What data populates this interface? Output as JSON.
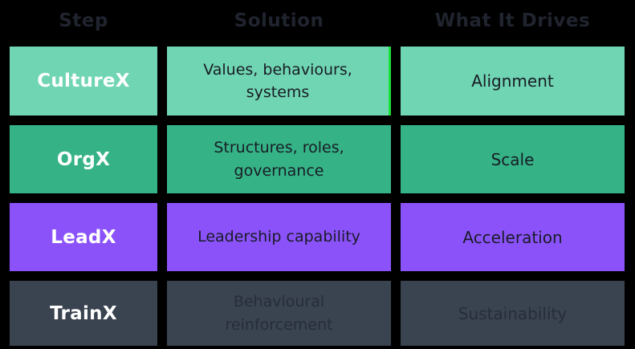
{
  "colors": {
    "background": "#000000",
    "header-text": "#20242E",
    "teal": "#70D5B2",
    "green": "#35B387",
    "purple": "#8B52FA",
    "slate": "#3A4350",
    "step-text": "#FFFFFF",
    "cell-text": "#181C25",
    "slate-cell-text": "#272D3A",
    "accent-green": "#1BE23B"
  },
  "table": {
    "headers": [
      "Step",
      "Solution",
      "What It Drives"
    ],
    "rows": [
      {
        "step": "CultureX",
        "solution": "Values, behaviours, systems",
        "drives": "Alignment"
      },
      {
        "step": "OrgX",
        "solution": "Structures, roles, governance",
        "drives": "Scale"
      },
      {
        "step": "LeadX",
        "solution": "Leadership capability",
        "drives": "Acceleration"
      },
      {
        "step": "TrainX",
        "solution": "Behavioural reinforcement",
        "drives": "Sustainability"
      }
    ]
  },
  "chart_data": {
    "type": "table",
    "title": "",
    "columns": [
      "Step",
      "Solution",
      "What It Drives"
    ],
    "rows": [
      [
        "CultureX",
        "Values, behaviours, systems",
        "Alignment"
      ],
      [
        "OrgX",
        "Structures, roles, governance",
        "Scale"
      ],
      [
        "LeadX",
        "Leadership capability",
        "Acceleration"
      ],
      [
        "TrainX",
        "Behavioural reinforcement",
        "Sustainability"
      ]
    ],
    "row_colors": [
      "#70D5B2",
      "#35B387",
      "#8B52FA",
      "#3A4350"
    ],
    "layout_hints": {
      "background": "#000000",
      "step_text_color": "#FFFFFF",
      "body_text_color": "#181C25",
      "last_row_partially_cut_off": true,
      "accent_border": "bright green line on right edge of row 1 solution cell"
    }
  }
}
